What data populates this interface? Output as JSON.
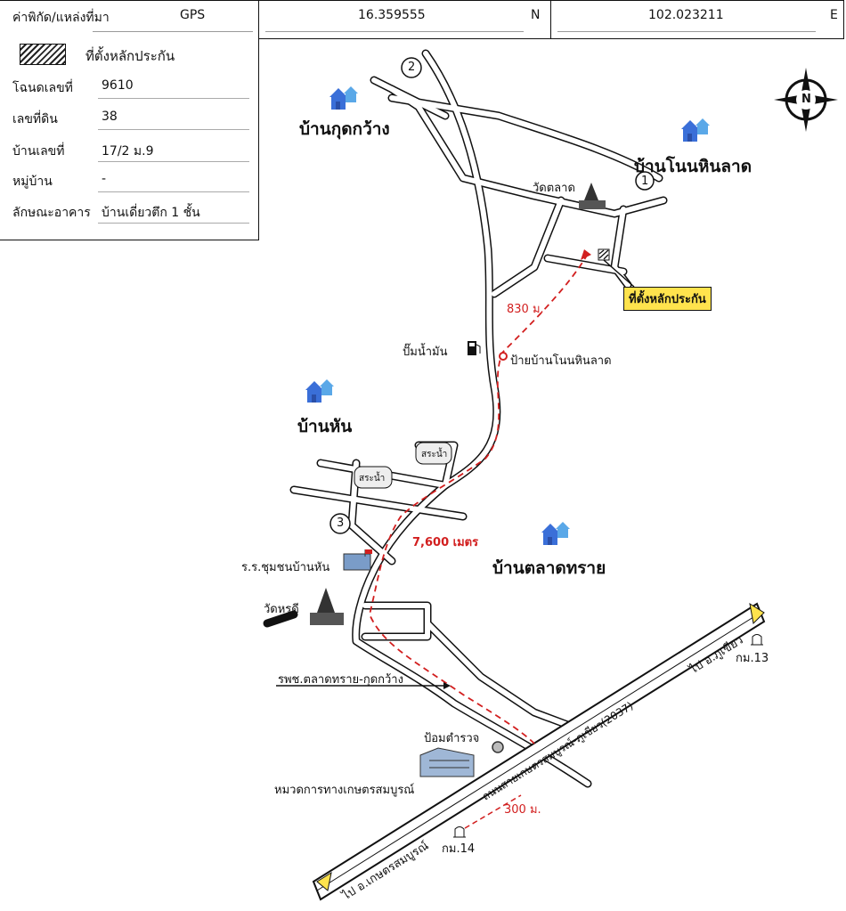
{
  "header": {
    "coord_label": "ค่าพิกัด/แหล่งที่มา",
    "source": "GPS",
    "lat": "16.359555",
    "lat_dir": "N",
    "lon": "102.023211",
    "lon_dir": "E"
  },
  "legend": {
    "label": "ที่ตั้งหลักประกัน"
  },
  "info": [
    {
      "label": "โฉนดเลขที่",
      "value": "9610"
    },
    {
      "label": "เลขที่ดิน",
      "value": "38"
    },
    {
      "label": "บ้านเลขที่",
      "value": "17/2 ม.9"
    },
    {
      "label": "หมู่บ้าน",
      "value": "-"
    },
    {
      "label": "ลักษณะอาคาร",
      "value": "บ้านเดี่ยวตึก 1 ชั้น"
    }
  ],
  "villages": {
    "kut_kwang": "บ้านกุดกว้าง",
    "non_hin_lat": "บ้านโนนหินลาด",
    "ban_han": "บ้านหัน",
    "talat_sai": "บ้านตลาดทราย"
  },
  "labels": {
    "wat_talat": "วัดตลาด",
    "collateral_callout": "ที่ตั้งหลักประกัน",
    "dist_830": "830 ม.",
    "gas_station": "ปั๊มน้ำมัน",
    "bus_stop": "ป้ายบ้านโนนหินลาด",
    "pond_1": "สระน้ำ",
    "pond_2": "สระน้ำ",
    "dist_7600": "7,600 เมตร",
    "school": "ร.ร.ชุมชนบ้านหัน",
    "wat_horadi": "วัดหรดี",
    "hospital": "รพช.ตลาดทราย-กุดกว้าง",
    "police": "ป้อมตำรวจ",
    "agri_unit": "หมวดการทางเกษตรสมบูรณ์",
    "dist_300": "300 ม.",
    "km13": "กม.13",
    "km14": "กม.14",
    "highway": "ถนนสายเกษตรสมบูรณ์-ภูเขียว(2037)",
    "to_phukhieo": "ไป อ.ภูเขียว",
    "to_kaset": "ไป อ.เกษตรสมบูรณ์",
    "marker_1": "1",
    "marker_2": "2",
    "marker_3": "3",
    "north": "N"
  },
  "colors": {
    "route": "#d21f1f",
    "house": "#3a6fd8",
    "house_light": "#5aa8e8",
    "highlight": "#ffe34d"
  }
}
